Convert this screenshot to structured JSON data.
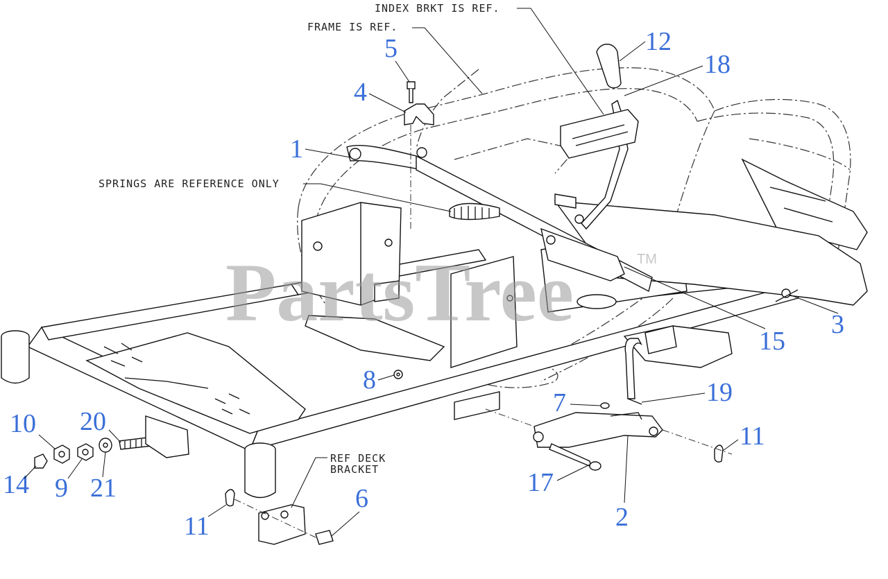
{
  "notes": {
    "index_brkt": "INDEX BRKT IS REF.",
    "frame": "FRAME IS REF.",
    "springs": "SPRINGS ARE REFERENCE ONLY",
    "ref_deck_1": "REF DECK",
    "ref_deck_2": "BRACKET"
  },
  "watermark": {
    "text": "PartsTree",
    "tm": "TM"
  },
  "callouts": {
    "c1": "1",
    "c2": "2",
    "c3": "3",
    "c4": "4",
    "c5": "5",
    "c6": "6",
    "c7": "7",
    "c8": "8",
    "c9": "9",
    "c10": "10",
    "c11a": "11",
    "c11b": "11",
    "c12": "12",
    "c14": "14",
    "c15": "15",
    "c17": "17",
    "c18": "18",
    "c19": "19",
    "c20": "20",
    "c21": "21"
  },
  "colors": {
    "callout": "#3a6fd8",
    "line": "#111111",
    "watermark": "#9a9a9a"
  }
}
